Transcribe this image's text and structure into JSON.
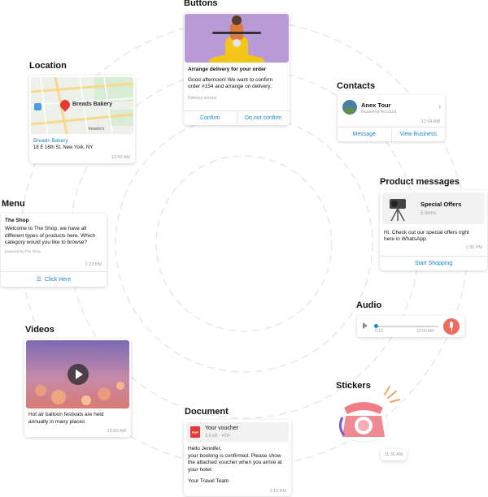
{
  "sections": {
    "buttons": "Buttons",
    "location": "Location",
    "contacts": "Contacts",
    "product": "Product messages",
    "menu": "Menu",
    "audio": "Audio",
    "videos": "Videos",
    "stickers": "Stickers",
    "document": "Document"
  },
  "buttons_card": {
    "title": "Arrange delivery for your order",
    "body": "Good afternoon! We want to confirm order #154 and arrange on delivery.",
    "footer": "Delivery service",
    "confirm": "Confirm",
    "decline": "Do not confirm"
  },
  "location_card": {
    "pin_label": "Breads Bakery",
    "place_name": "Breads Bakery",
    "address": "18 E 16th St, New York, NY",
    "time": "12:50 AM",
    "map_street": "Veselo's"
  },
  "contacts_card": {
    "name": "Anex Tour",
    "subtitle": "Business Account",
    "time": "12:04 AM",
    "message": "Message",
    "view": "View Business"
  },
  "product_card": {
    "title": "Special Offers",
    "count": "5 items",
    "text": "Hi. Check out our special offers right here in WhatsApp.",
    "time": "1:38 PM",
    "action": "Start Shopping"
  },
  "menu_card": {
    "title": "The Shop",
    "text": "Welcome to The Shop, we have all different types of products here. Which category would you like to browse?",
    "powered": "powered by The Shop",
    "time": "1:23 PM",
    "action": "Click Here"
  },
  "audio_card": {
    "elapsed": "0:13",
    "time": "12:03 AM"
  },
  "videos_card": {
    "caption": "Hot air balloon festivals are held annually in many places",
    "time": "12:50 AM"
  },
  "sticker_card": {
    "time": "11:30 AM"
  },
  "document_card": {
    "file_name": "Your voucher",
    "file_meta": "3,6 kB · PDF",
    "greeting": "Hello Jennifer,",
    "text": "your booking is confirmed. Please show the attached voucher when you arrive at your hotel.",
    "signature": "Your Travel Team",
    "time": "1:16 PM",
    "pdf": "PDF"
  }
}
